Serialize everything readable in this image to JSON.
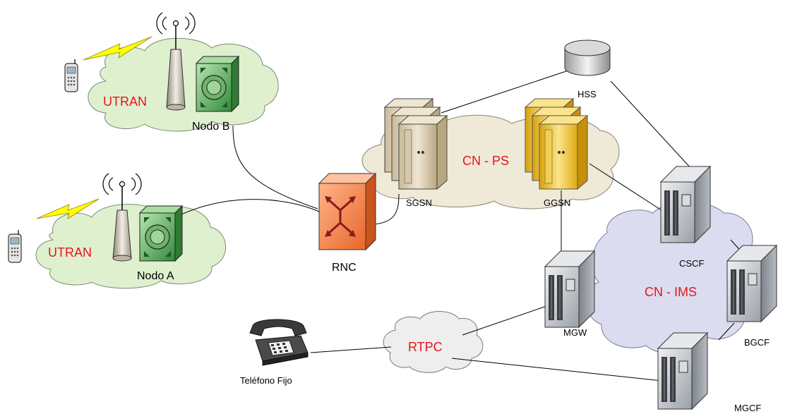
{
  "colors": {
    "cloud_green": "#dff0cf",
    "cloud_beige": "#efe9d8",
    "cloud_gray": "#eeeeee",
    "cloud_lavender": "#dcdcf0",
    "rnc_orange": "#f4874f",
    "gold_server": "#f2c21f",
    "label_red": "#e8141b",
    "link_black": "#000000",
    "signal_yellow": "#ffff00"
  },
  "clouds": {
    "utran_top": "UTRAN",
    "utran_bottom": "UTRAN",
    "cn_ps": "CN - PS",
    "cn_ims": "CN - IMS",
    "rtpc": "RTPC"
  },
  "nodes": {
    "nodo_b": "Nodo B",
    "nodo_a": "Nodo A",
    "rnc": "RNC",
    "sgsn": "SGSN",
    "ggsn": "GGSN",
    "hss": "HSS",
    "cscf": "CSCF",
    "bgcf": "BGCF",
    "mgcf": "MGCF",
    "mgw": "MGW",
    "telefono": "Teléfono Fijo"
  },
  "icons": [
    "mobile-phone-icon",
    "antenna-tower-icon",
    "nodeb-cabinet-icon",
    "router-switch-icon",
    "server-rack-icon",
    "database-cylinder-icon",
    "telephone-icon",
    "lightning-signal-icon"
  ]
}
